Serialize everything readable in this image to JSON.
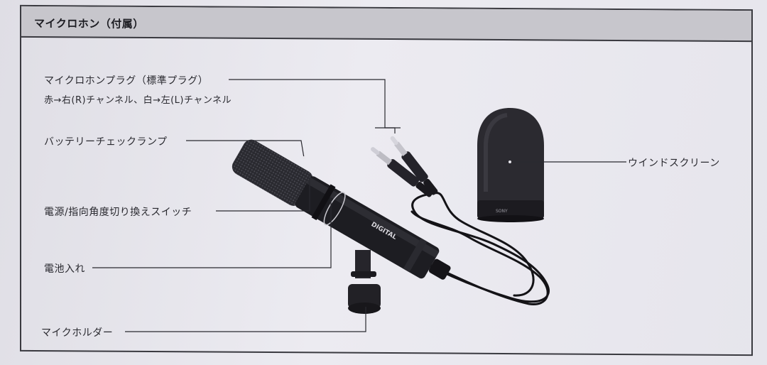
{
  "section": {
    "title": "マイクロホン（付属）"
  },
  "labels": {
    "plug": "マイクロホンプラグ（標準プラグ）",
    "plug_detail": "赤→右(R)チャンネル、白→左(L)チャンネル",
    "battery_lamp": "バッテリーチェックランプ",
    "switch": "電源/指向角度切り換えスイッチ",
    "battery_compartment": "電池入れ",
    "holder": "マイクホルダー",
    "windscreen": "ウインドスクリーン"
  },
  "product_text": {
    "brand": "SONY",
    "body_print": "DIGITAL"
  },
  "colors": {
    "ink": "#2a2a30",
    "mic_body": "#1d1d22",
    "header_bg": "#c7c6cc"
  }
}
